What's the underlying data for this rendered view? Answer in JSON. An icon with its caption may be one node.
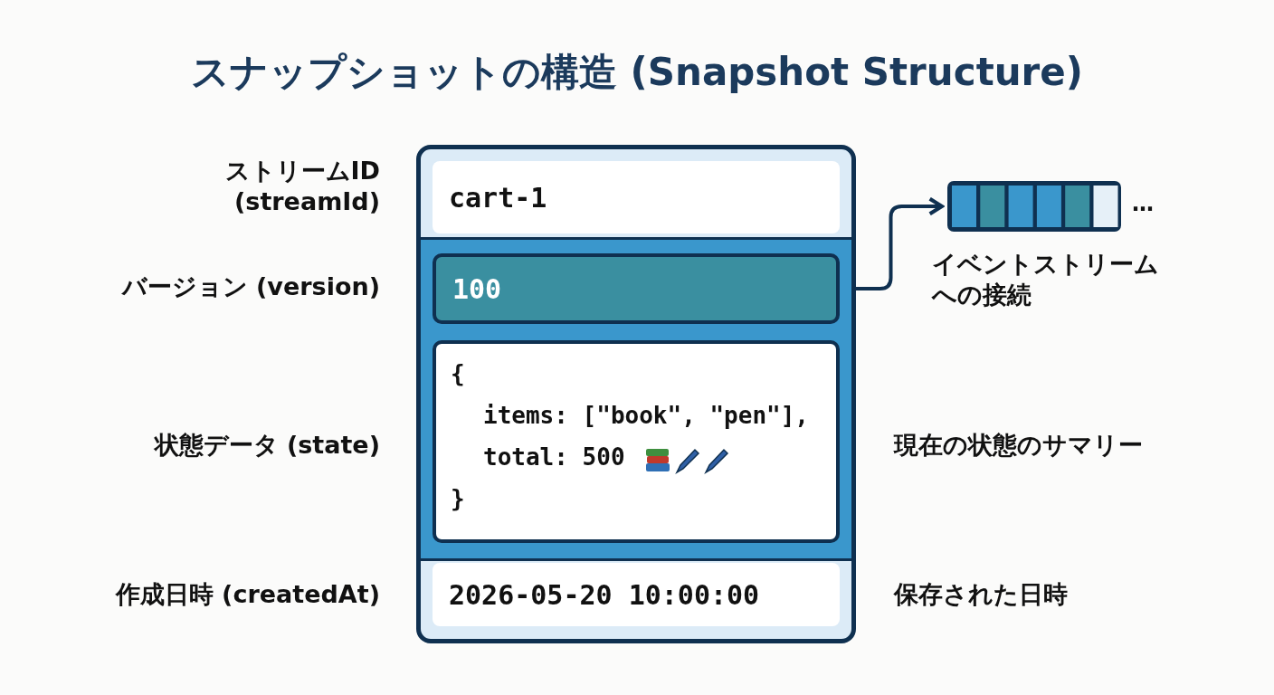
{
  "diagram": {
    "title": "スナップショットの構造 (Snapshot Structure)",
    "nodes": [
      {
        "text": [],
        "shape": "box"
      },
      {
        "text": [
          "cart-1"
        ],
        "in": 0
      },
      {
        "text": [
          "100"
        ],
        "in": 0
      },
      {
        "text": [
          "{",
          "items: [\"book\", \"pen\"],",
          "total: 500",
          "}"
        ],
        "in": 0
      },
      {
        "text": [
          "2026-05-20 10:00:00"
        ],
        "in": 0
      },
      {
        "text": [],
        "shape": "box",
        "beside": [
          "…"
        ]
      }
    ],
    "edges": [
      {
        "from": 2,
        "to": 5,
        "arrow": "to"
      }
    ],
    "labels": [
      "ストリームID (streamId)",
      "バージョン (version)",
      "イベントストリームへの接続",
      "状態データ (state)",
      "現在の状態のサマリー",
      "作成日時 (createdAt)",
      "保存された日時"
    ]
  }
}
